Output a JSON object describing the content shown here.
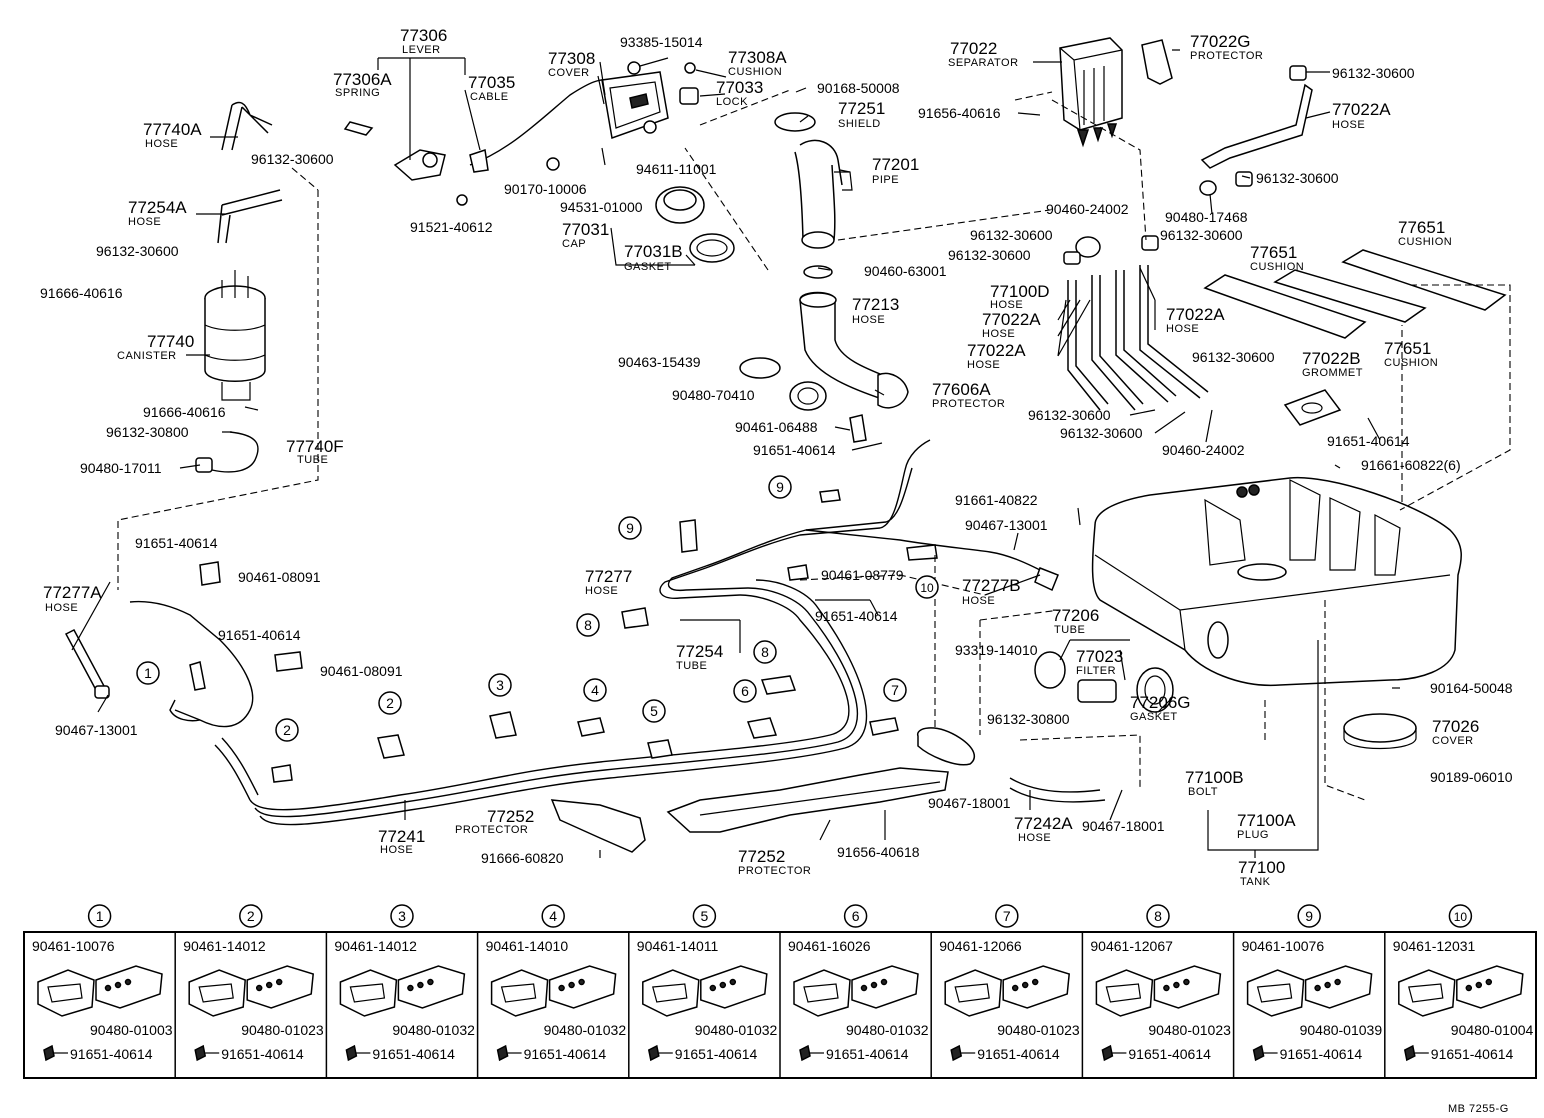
{
  "parts": [
    {
      "id": "p77306",
      "num": "77306",
      "name": "LEVER"
    },
    {
      "id": "p77306a",
      "num": "77306A",
      "name": "SPRING"
    },
    {
      "id": "p77035",
      "num": "77035",
      "name": "CABLE"
    },
    {
      "id": "p77308",
      "num": "77308",
      "name": "COVER"
    },
    {
      "id": "p93385",
      "num": "93385-15014",
      "name": ""
    },
    {
      "id": "p77308a",
      "num": "77308A",
      "name": "CUSHION"
    },
    {
      "id": "p77033",
      "num": "77033",
      "name": "LOCK"
    },
    {
      "id": "p90168",
      "num": "90168-50008",
      "name": ""
    },
    {
      "id": "p77022",
      "num": "77022",
      "name": "SEPARATOR"
    },
    {
      "id": "p77022g",
      "num": "77022G",
      "name": "PROTECTOR"
    },
    {
      "id": "p96132a",
      "num": "96132-30600",
      "name": ""
    },
    {
      "id": "p77740a",
      "num": "77740A",
      "name": "HOSE"
    },
    {
      "id": "p96132b",
      "num": "96132-30600",
      "name": ""
    },
    {
      "id": "p77254a",
      "num": "77254A",
      "name": "HOSE"
    },
    {
      "id": "p91521",
      "num": "91521-40612",
      "name": ""
    },
    {
      "id": "p90170",
      "num": "90170-10006",
      "name": ""
    },
    {
      "id": "p94611",
      "num": "94611-11001",
      "name": ""
    },
    {
      "id": "p94531",
      "num": "94531-01000",
      "name": ""
    },
    {
      "id": "p77031",
      "num": "77031",
      "name": "CAP"
    },
    {
      "id": "p77031b",
      "num": "77031B",
      "name": "GASKET"
    },
    {
      "id": "p77251",
      "num": "77251",
      "name": "SHIELD"
    },
    {
      "id": "p77201",
      "num": "77201",
      "name": "PIPE"
    },
    {
      "id": "p91656a",
      "num": "91656-40616",
      "name": ""
    },
    {
      "id": "p77022a1",
      "num": "77022A",
      "name": "HOSE"
    },
    {
      "id": "p96132c",
      "num": "96132-30600",
      "name": ""
    },
    {
      "id": "p90480a",
      "num": "90480-17468",
      "name": ""
    },
    {
      "id": "p90460a",
      "num": "90460-24002",
      "name": ""
    },
    {
      "id": "p96132d",
      "num": "96132-30600",
      "name": ""
    },
    {
      "id": "p96132e",
      "num": "96132-30600",
      "name": ""
    },
    {
      "id": "p96132f",
      "num": "96132-30600",
      "name": ""
    },
    {
      "id": "p90460b",
      "num": "90460-63001",
      "name": ""
    },
    {
      "id": "p77651a",
      "num": "77651",
      "name": "CUSHION"
    },
    {
      "id": "p77651b",
      "num": "77651",
      "name": "CUSHION"
    },
    {
      "id": "p77651c",
      "num": "77651",
      "name": "CUSHION"
    },
    {
      "id": "p96132g",
      "num": "96132-30600",
      "name": ""
    },
    {
      "id": "p91666a",
      "num": "91666-40616",
      "name": ""
    },
    {
      "id": "p77740",
      "num": "77740",
      "name": "CANISTER"
    },
    {
      "id": "p77213",
      "num": "77213",
      "name": "HOSE"
    },
    {
      "id": "p77100d",
      "num": "77100D",
      "name": "HOSE"
    },
    {
      "id": "p77022a2",
      "num": "77022A",
      "name": "HOSE"
    },
    {
      "id": "p77022a3",
      "num": "77022A",
      "name": "HOSE"
    },
    {
      "id": "p77022a4",
      "num": "77022A",
      "name": "HOSE"
    },
    {
      "id": "p90463",
      "num": "90463-15439",
      "name": ""
    },
    {
      "id": "p96132h",
      "num": "96132-30600",
      "name": ""
    },
    {
      "id": "p77022b",
      "num": "77022B",
      "name": "GROMMET"
    },
    {
      "id": "p90480b",
      "num": "90480-70410",
      "name": ""
    },
    {
      "id": "p77606a",
      "num": "77606A",
      "name": "PROTECTOR"
    },
    {
      "id": "p91666b",
      "num": "91666-40616",
      "name": ""
    },
    {
      "id": "p96132i",
      "num": "96132-30800",
      "name": ""
    },
    {
      "id": "p77740f",
      "num": "77740F",
      "name": "TUBE"
    },
    {
      "id": "p90480c",
      "num": "90480-17011",
      "name": ""
    },
    {
      "id": "p96132j",
      "num": "96132-30600",
      "name": ""
    },
    {
      "id": "p96132k",
      "num": "96132-30600",
      "name": ""
    },
    {
      "id": "p90460c",
      "num": "90460-24002",
      "name": ""
    },
    {
      "id": "p91651a",
      "num": "91651-40614",
      "name": ""
    },
    {
      "id": "p90461a",
      "num": "90461-06488",
      "name": ""
    },
    {
      "id": "p91651b",
      "num": "91651-40614",
      "name": ""
    },
    {
      "id": "p91661a",
      "num": "91661-60822(6)",
      "name": ""
    },
    {
      "id": "p91661b",
      "num": "91661-40822",
      "name": ""
    },
    {
      "id": "p90467a",
      "num": "90467-13001",
      "name": ""
    },
    {
      "id": "p91651c",
      "num": "91651-40614",
      "name": ""
    },
    {
      "id": "p90461b",
      "num": "90461-08091",
      "name": ""
    },
    {
      "id": "p77277",
      "num": "77277",
      "name": "HOSE"
    },
    {
      "id": "p90461c",
      "num": "90461-08779",
      "name": ""
    },
    {
      "id": "p77277b",
      "num": "77277B",
      "name": "HOSE"
    },
    {
      "id": "p77277a",
      "num": "77277A",
      "name": "HOSE"
    },
    {
      "id": "p91651d",
      "num": "91651-40614",
      "name": ""
    },
    {
      "id": "p91651e",
      "num": "91651-40614",
      "name": ""
    },
    {
      "id": "p90461d",
      "num": "90461-08091",
      "name": ""
    },
    {
      "id": "p77206",
      "num": "77206",
      "name": "TUBE"
    },
    {
      "id": "p93319",
      "num": "93319-14010",
      "name": ""
    },
    {
      "id": "p77023",
      "num": "77023",
      "name": "FILTER"
    },
    {
      "id": "p77254",
      "num": "77254",
      "name": "TUBE"
    },
    {
      "id": "p77206g",
      "num": "77206G",
      "name": "GASKET"
    },
    {
      "id": "p90164",
      "num": "90164-50048",
      "name": ""
    },
    {
      "id": "p90467b",
      "num": "90467-13001",
      "name": ""
    },
    {
      "id": "p96132l",
      "num": "96132-30800",
      "name": ""
    },
    {
      "id": "p77026",
      "num": "77026",
      "name": "COVER"
    },
    {
      "id": "p77100b",
      "num": "77100B",
      "name": "BOLT"
    },
    {
      "id": "p90189",
      "num": "90189-06010",
      "name": ""
    },
    {
      "id": "p77100a",
      "num": "77100A",
      "name": "PLUG"
    },
    {
      "id": "p90467c",
      "num": "90467-18001",
      "name": ""
    },
    {
      "id": "p77242a",
      "num": "77242A",
      "name": "HOSE"
    },
    {
      "id": "p90467d",
      "num": "90467-18001",
      "name": ""
    },
    {
      "id": "p77252a",
      "num": "77252",
      "name": "PROTECTOR"
    },
    {
      "id": "p77241",
      "num": "77241",
      "name": "HOSE"
    },
    {
      "id": "p91666c",
      "num": "91666-60820",
      "name": ""
    },
    {
      "id": "p77252b",
      "num": "77252",
      "name": "PROTECTOR"
    },
    {
      "id": "p91656b",
      "num": "91656-40618",
      "name": ""
    },
    {
      "id": "p77100",
      "num": "77100",
      "name": "TANK"
    }
  ],
  "callouts": [
    "1",
    "2",
    "2",
    "3",
    "4",
    "5",
    "6",
    "7",
    "8",
    "8",
    "9",
    "9",
    "10"
  ],
  "clamp_table": [
    {
      "no": "1",
      "clamp": "90461-10076",
      "cushion": "90480-01003",
      "bolt": "91651-40614"
    },
    {
      "no": "2",
      "clamp": "90461-14012",
      "cushion": "90480-01023",
      "bolt": "91651-40614"
    },
    {
      "no": "3",
      "clamp": "90461-14012",
      "cushion": "90480-01032",
      "bolt": "91651-40614"
    },
    {
      "no": "4",
      "clamp": "90461-14010",
      "cushion": "90480-01032",
      "bolt": "91651-40614"
    },
    {
      "no": "5",
      "clamp": "90461-14011",
      "cushion": "90480-01032",
      "bolt": "91651-40614"
    },
    {
      "no": "6",
      "clamp": "90461-16026",
      "cushion": "90480-01032",
      "bolt": "91651-40614"
    },
    {
      "no": "7",
      "clamp": "90461-12066",
      "cushion": "90480-01023",
      "bolt": "91651-40614"
    },
    {
      "no": "8",
      "clamp": "90461-12067",
      "cushion": "90480-01023",
      "bolt": "91651-40614"
    },
    {
      "no": "9",
      "clamp": "90461-10076",
      "cushion": "90480-01039",
      "bolt": "91651-40614"
    },
    {
      "no": "10",
      "clamp": "90461-12031",
      "cushion": "90480-01004",
      "bolt": "91651-40614"
    }
  ],
  "footer_code": "MB  7255-G"
}
